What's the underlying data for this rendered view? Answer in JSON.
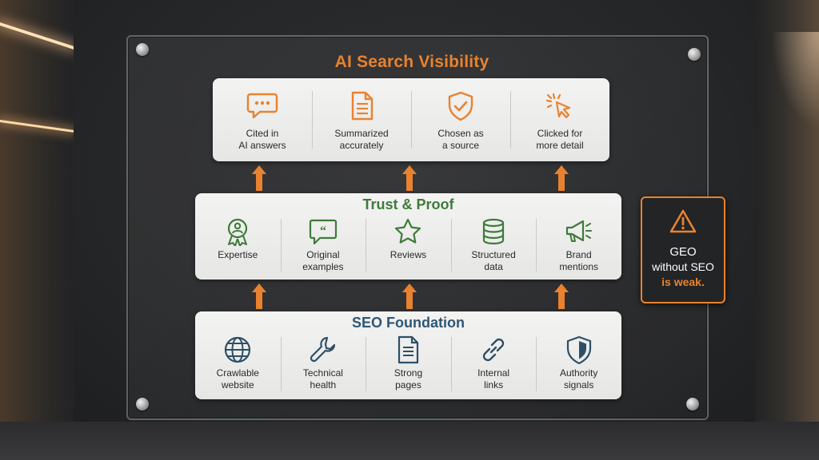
{
  "diagram": {
    "title": "AI Search Visibility",
    "top": {
      "items": [
        {
          "label": "Cited in\nAI answers",
          "icon": "chat-bubble-icon"
        },
        {
          "label": "Summarized\naccurately",
          "icon": "document-icon"
        },
        {
          "label": "Chosen as\na source",
          "icon": "shield-check-icon"
        },
        {
          "label": "Clicked for\nmore detail",
          "icon": "cursor-click-icon"
        }
      ]
    },
    "middle": {
      "title": "Trust & Proof",
      "items": [
        {
          "label": "Expertise",
          "icon": "award-icon"
        },
        {
          "label": "Original\nexamples",
          "icon": "quote-bubble-icon"
        },
        {
          "label": "Reviews",
          "icon": "star-icon"
        },
        {
          "label": "Structured\ndata",
          "icon": "database-icon"
        },
        {
          "label": "Brand\nmentions",
          "icon": "megaphone-icon"
        }
      ]
    },
    "bottom": {
      "title": "SEO Foundation",
      "items": [
        {
          "label": "Crawlable\nwebsite",
          "icon": "globe-icon"
        },
        {
          "label": "Technical\nhealth",
          "icon": "wrench-icon"
        },
        {
          "label": "Strong\npages",
          "icon": "page-icon"
        },
        {
          "label": "Internal\nlinks",
          "icon": "link-icon"
        },
        {
          "label": "Authority\nsignals",
          "icon": "shield-icon"
        }
      ]
    },
    "warning": {
      "line1": "GEO",
      "line2": "without SEO",
      "line3": "is weak.",
      "icon": "warning-triangle-icon"
    },
    "colors": {
      "accent_orange": "#e9822f",
      "trust_green": "#3f7a3a",
      "seo_blue": "#2e5776",
      "icon_dark": "#2e4f66"
    }
  }
}
